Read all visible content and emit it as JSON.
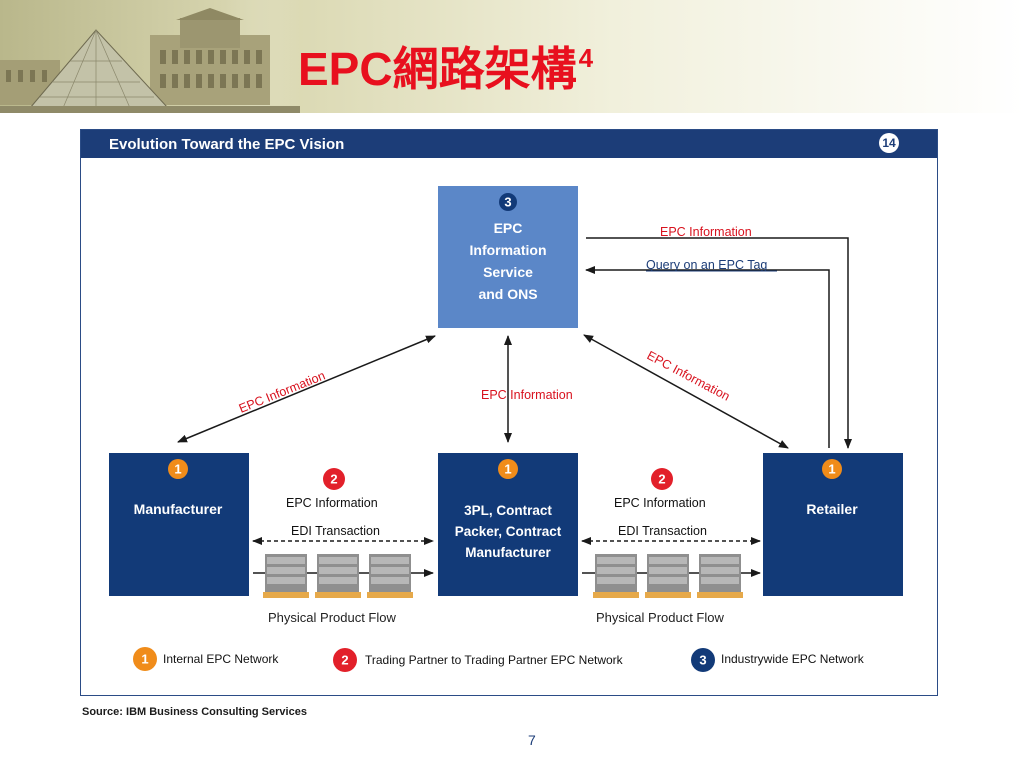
{
  "slide": {
    "title": "EPC網路架構",
    "title_superscript": "4",
    "page_number": "7"
  },
  "figure": {
    "title": "Evolution Toward the EPC Vision",
    "number": "14",
    "source": "Source: IBM Business Consulting Services"
  },
  "colors": {
    "title_red": "#e8101e",
    "navy": "#1c3d78",
    "light_blue_box": "#5b87c8",
    "badge_orange": "#f08c1a",
    "badge_red": "#e2202a",
    "badge_navy": "#123a78",
    "label_red": "#d8121e"
  },
  "nodes": {
    "ons": {
      "badge": "3",
      "lines": [
        "EPC",
        "Information",
        "Service",
        "and ONS"
      ]
    },
    "manufacturer": {
      "badge": "1",
      "lines": [
        "Manufacturer"
      ]
    },
    "threepl": {
      "badge": "1",
      "lines": [
        "3PL, Contract",
        "Packer, Contract",
        "Manufacturer"
      ]
    },
    "retailer": {
      "badge": "1",
      "lines": [
        "Retailer"
      ]
    }
  },
  "links": {
    "epc_information": "EPC Information",
    "query_epc_tag": "Query on an EPC Tag",
    "edi_transaction": "EDI Transaction",
    "physical_product_flow": "Physical Product Flow",
    "partner_badge": "2"
  },
  "legend": [
    {
      "badge": "1",
      "label": "Internal EPC Network",
      "color": "orange"
    },
    {
      "badge": "2",
      "label": "Trading Partner to Trading Partner EPC Network",
      "color": "red"
    },
    {
      "badge": "3",
      "label": "Industrywide EPC Network",
      "color": "navy"
    }
  ]
}
